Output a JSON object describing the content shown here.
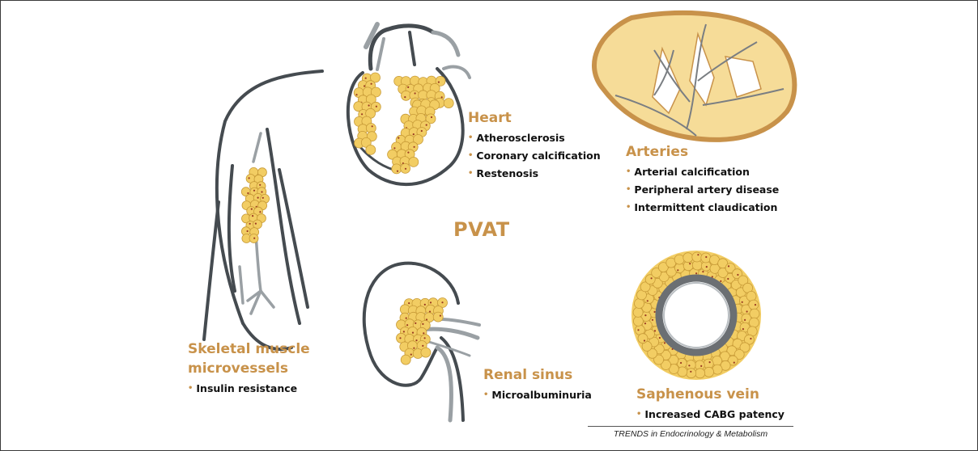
{
  "center_label": "PVAT",
  "sites": [
    {
      "id": "heart",
      "title": "Heart",
      "items": [
        "Atherosclerosis",
        "Coronary calcification",
        "Restenosis"
      ]
    },
    {
      "id": "arteries",
      "title": "Arteries",
      "items": [
        "Arterial calcification",
        "Peripheral artery disease",
        "Intermittent claudication"
      ]
    },
    {
      "id": "skeletal",
      "title_lines": [
        "Skeletal muscle",
        "microvessels"
      ],
      "items": [
        "Insulin resistance"
      ]
    },
    {
      "id": "renal",
      "title": "Renal sinus",
      "items": [
        "Microalbuminuria"
      ]
    },
    {
      "id": "saphenous",
      "title": "Saphenous vein",
      "items": [
        "Increased CABG patency"
      ]
    }
  ],
  "credit": "TRENDS in Endocrinology & Metabolism",
  "colors": {
    "accent": "#c8924a",
    "fat_fill": "#f2cd63",
    "fat_outline": "#c79a37",
    "fat_dot": "#9a3a22",
    "outline_dark": "#454b50",
    "outline_light": "#9aa0a4",
    "artery_fill": "#f6dc98"
  }
}
